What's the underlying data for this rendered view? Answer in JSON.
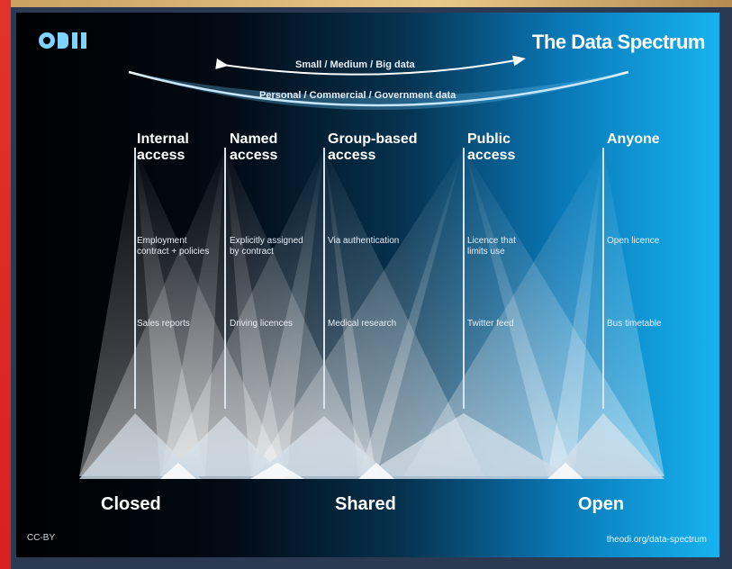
{
  "logo": {
    "text": "ODI"
  },
  "title": "The Data Spectrum",
  "arcs": {
    "upper": "Small / Medium / Big data",
    "lower": "Personal / Commercial / Government data"
  },
  "columns": [
    {
      "head1": "Internal",
      "head2": "access",
      "sub1a": "Employment",
      "sub1b": "contract + policies",
      "sub2": "Sales reports"
    },
    {
      "head1": "Named",
      "head2": "access",
      "sub1a": "Explicitly assigned",
      "sub1b": "by contract",
      "sub2": "Driving licences"
    },
    {
      "head1": "Group-based",
      "head2": "access",
      "sub1a": "Via authentication",
      "sub1b": "",
      "sub2": "Medical research"
    },
    {
      "head1": "Public",
      "head2": "access",
      "sub1a": "Licence that",
      "sub1b": "limits use",
      "sub2": "Twitter feed"
    },
    {
      "head1": "Anyone",
      "head2": "",
      "sub1a": "Open licence",
      "sub1b": "",
      "sub2": "Bus timetable"
    }
  ],
  "bottom": {
    "closed": "Closed",
    "shared": "Shared",
    "open": "Open"
  },
  "footer": {
    "left": "CC-BY",
    "right": "theodi.org/data-spectrum"
  },
  "colors": {
    "background_left": "#000000",
    "background_right": "#16b3f0",
    "text": "#ffffff"
  }
}
